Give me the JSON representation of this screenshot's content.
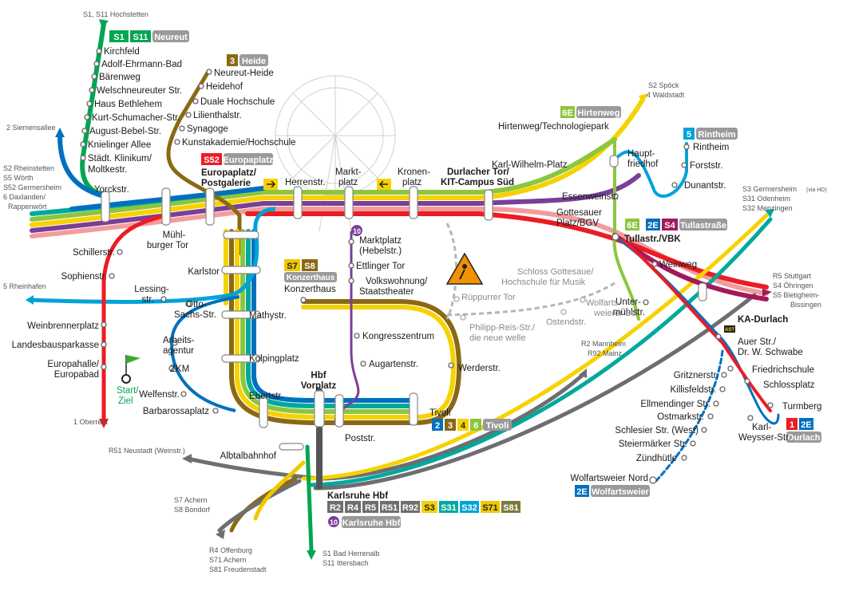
{
  "colors": {
    "s1": "#00a651",
    "s2": "#6f4e9e",
    "s3": "#f6d200",
    "s4": "#a3195b",
    "s5": "#f39c9c",
    "s3x": "#ec1c24",
    "s7": "#f0c800",
    "s8": "#8c6a2f",
    "t1": "#ec1c24",
    "t2": "#0070c0",
    "t3": "#8b6914",
    "t4": "#f6d200",
    "t5": "#00a3d9",
    "t6": "#8cc63f",
    "t8": "#f39200",
    "t10": "#7b3f98",
    "gray": "#6d6e71",
    "teal": "#00a99d",
    "s31": "#00a99d",
    "s32": "#00a3d9",
    "s71": "#f0c800",
    "s81": "#7b7c3a"
  },
  "destinations": {
    "n_s1": "S1, S11 Hochstetten",
    "w_siemens": "2 Siemensallee",
    "w_multi": [
      "S2 Rheinstetten",
      "S5 Wörth",
      "S52 Germersheim",
      "6 Daxlanden/",
      "Rappenwört"
    ],
    "w_rhein": "5 Rheinhafen",
    "s_oberreut": "1 Oberreut",
    "sw_r51": "R51 Neustadt (Weinstr.)",
    "sw_s7": [
      "S7 Achern",
      "S8 Bondorf"
    ],
    "s_r4": [
      "R4 Offenburg",
      "S71 Achern",
      "S81 Freudenstadt"
    ],
    "s_s1": [
      "S1 Bad Herrenalb",
      "S11 Ittersbach"
    ],
    "ne_s2": [
      "S2 Spöck",
      "4 Waldstadt"
    ],
    "e_s3": [
      "S3 Germersheim",
      "(via HD)",
      "S31 Odenheim",
      "S32 Menzingen"
    ],
    "e_r5": [
      "R5 Stuttgart",
      "S4 Öhringen",
      "S5 Bietigheim-",
      "Bissingen"
    ],
    "mid_r2": [
      "R2 Mannheim",
      "R92 Mainz"
    ]
  },
  "stations": {
    "kirchfeld": "Kirchfeld",
    "adolf": "Adolf-Ehrmann-Bad",
    "baerenweg": "Bärenweg",
    "welsch": "Welschneureuter Str.",
    "bethlehem": "Haus Bethlehem",
    "kurt": "Kurt-Schumacher-Str.",
    "august": "August-Bebel-Str.",
    "knielinger": "Knielinger Allee",
    "klinikum": [
      "Städt. Klinikum/",
      "Moltkestr."
    ],
    "yorck": "Yorckstr.",
    "neureutheide": "Neureut-Heide",
    "heidehof": "Heidehof",
    "duale": "Duale Hochschule",
    "lilienthal": "Lilienthalstr.",
    "synagoge": "Synagoge",
    "kunst": "Kunstakademie/Hochschule",
    "europaplatz": [
      "Europaplatz/",
      "Postgalerie"
    ],
    "muehlburger": [
      "Mühl-",
      "burger Tor"
    ],
    "herren": "Herrenstr.",
    "markt": [
      "Markt-",
      "platz"
    ],
    "kronen": [
      "Kronen-",
      "platz"
    ],
    "durlacher": [
      "Durlacher Tor/",
      "KIT-Campus Süd"
    ],
    "karlwilhelm": "Karl-Wilhelm-Platz",
    "hirtenweg": "Hirtenweg/Technologiepark",
    "rintheim": "Rintheim",
    "forst": "Forststr.",
    "dunant": "Dunantstr.",
    "hauptfriedhof": [
      "Haupt-",
      "friedhof"
    ],
    "essenwein": "Essenweinstr.",
    "gottesauer": [
      "Gottesauer",
      "Platz/BGV"
    ],
    "tullastr": "Tullastr./VBK",
    "weinweg": "Weinweg",
    "untermuehl": [
      "Unter-",
      "mühlstr."
    ],
    "kadurlach": "KA-Durlach",
    "auer": [
      "Auer Str./",
      "Dr. W. Schwabe"
    ],
    "friedrichschule": "Friedrichschule",
    "schlossplatz": "Schlossplatz",
    "turmberg": "Turmberg",
    "karlweysser": [
      "Karl-",
      "Weysser-Str."
    ],
    "gritzner": "Gritznerstr.",
    "killisfeld": "Killisfeldstr.",
    "ellmendinger": "Ellmendinger Str.",
    "ostmark": "Ostmarkstr.",
    "schlesier": "Schlesier Str. (West)",
    "steiermaerker": "Steiermärker Str.",
    "zuendhuetle": "Zündhütle",
    "wolfnord": "Wolfartsweier Nord",
    "schiller": "Schillerstr.",
    "sophien": "Sophienstr.",
    "lessing": [
      "Lessing-",
      "str."
    ],
    "karlstor": "Karlstor",
    "otto": [
      "Otto-",
      "Sachs-Str."
    ],
    "mathy": "Mathystr.",
    "weinbrenner": "Weinbrennerplatz",
    "lbk": "Landesbausparkasse",
    "europahalle": [
      "Europahalle/",
      "Europabad"
    ],
    "arbeits": [
      "Arbeits-",
      "agentur"
    ],
    "zkm": "ZKM",
    "kolping": "Kolpingplatz",
    "welfen": "Welfenstr.",
    "barbarossa": "Barbarossaplatz",
    "ebert": "Ebertstr.",
    "albtal": "Albtalbahnhof",
    "hbfvor": [
      "Hbf",
      "Vorplatz"
    ],
    "post": "Poststr.",
    "tivoli": "Tivoli",
    "werder": "Werderstr.",
    "augarten": "Augartenstr.",
    "kongress": "Kongresszentrum",
    "volkswohnung": [
      "Volkswohnung/",
      "Staatstheater"
    ],
    "ettlinger": "Ettlinger Tor",
    "marktheb": [
      "Marktplatz",
      "(Hebelstr.)"
    ],
    "konzerthaus": "Konzerthaus",
    "karlsruhehbf": "Karlsruhe Hbf",
    "startziel": [
      "Start/",
      "Ziel"
    ]
  },
  "gray_labels": {
    "schloss": [
      "Schloss Gottesaue/",
      "Hochschule für Musik"
    ],
    "rueppurrer": "Rüppurrer Tor",
    "wolfartsweierer": [
      "Wolfarts-",
      "weierer Str."
    ],
    "ostend": "Ostendstr.",
    "philipp": [
      "Philipp-Reis-Str./",
      "die neue welle"
    ]
  },
  "badges": {
    "s1": "S1",
    "s11": "S11",
    "neureut": "Neureut",
    "l3": "3",
    "heide": "Heide",
    "s52": "S52",
    "europaplatz": "Europaplatz",
    "l6e_h": "6E",
    "hirtenweg": "Hirtenweg",
    "l5": "5",
    "rintheim": "Rintheim",
    "l6e_t": "6E",
    "l2e_t": "2E",
    "s4": "S4",
    "tullastrasse": "Tullastraße",
    "s7": "S7",
    "s8": "S8",
    "konzerthaus": "Konzerthaus",
    "l10": "10",
    "l2": "2",
    "l3b": "3",
    "l4": "4",
    "l6": "6",
    "tivoli": "Tivoli",
    "l1": "1",
    "l2e_d": "2E",
    "durlach": "Durlach",
    "l2e_w": "2E",
    "wolfartsweier": "Wolfartsweier",
    "hbf_lines": [
      "R2",
      "R4",
      "R5",
      "R51",
      "R92",
      "S3",
      "S31",
      "S32",
      "S71",
      "S81"
    ],
    "l10b": "10",
    "karlsruhehbf": "Karlsruhe Hbf",
    "ast": "AST"
  }
}
